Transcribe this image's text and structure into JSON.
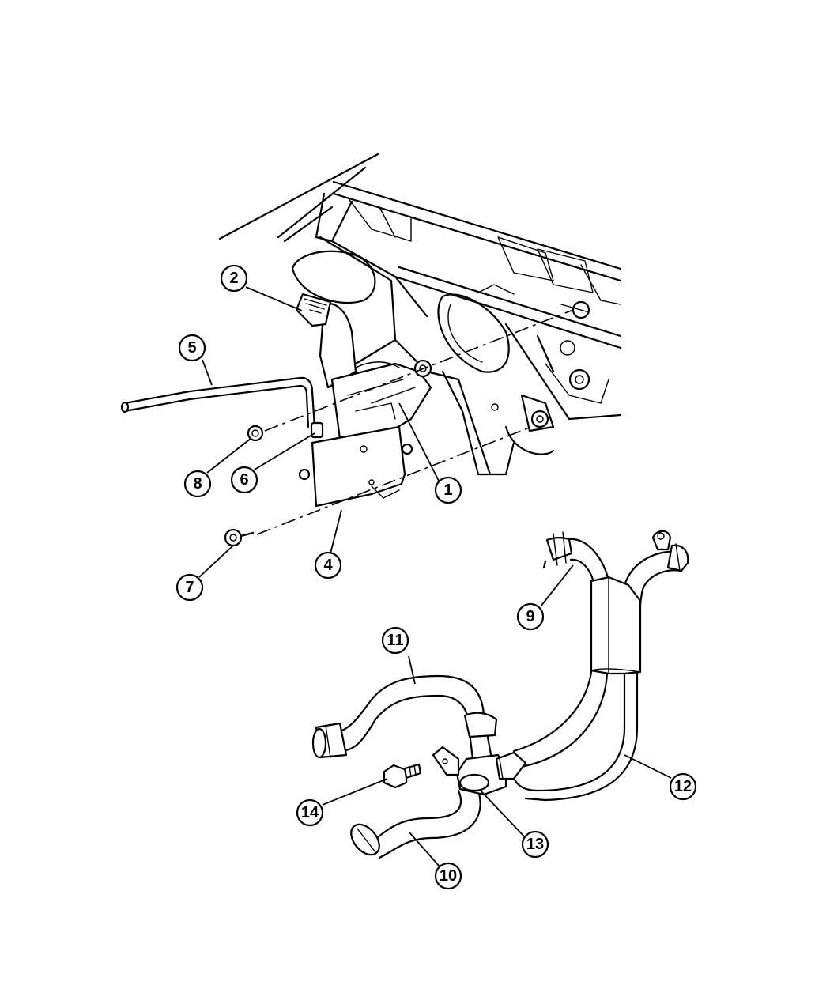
{
  "callouts": [
    {
      "id": "1",
      "label": "1"
    },
    {
      "id": "2",
      "label": "2"
    },
    {
      "id": "4",
      "label": "4"
    },
    {
      "id": "5",
      "label": "5"
    },
    {
      "id": "6",
      "label": "6"
    },
    {
      "id": "7",
      "label": "7"
    },
    {
      "id": "8",
      "label": "8"
    },
    {
      "id": "9",
      "label": "9"
    },
    {
      "id": "10",
      "label": "10"
    },
    {
      "id": "11",
      "label": "11"
    },
    {
      "id": "12",
      "label": "12"
    },
    {
      "id": "13",
      "label": "13"
    },
    {
      "id": "14",
      "label": "14"
    }
  ]
}
